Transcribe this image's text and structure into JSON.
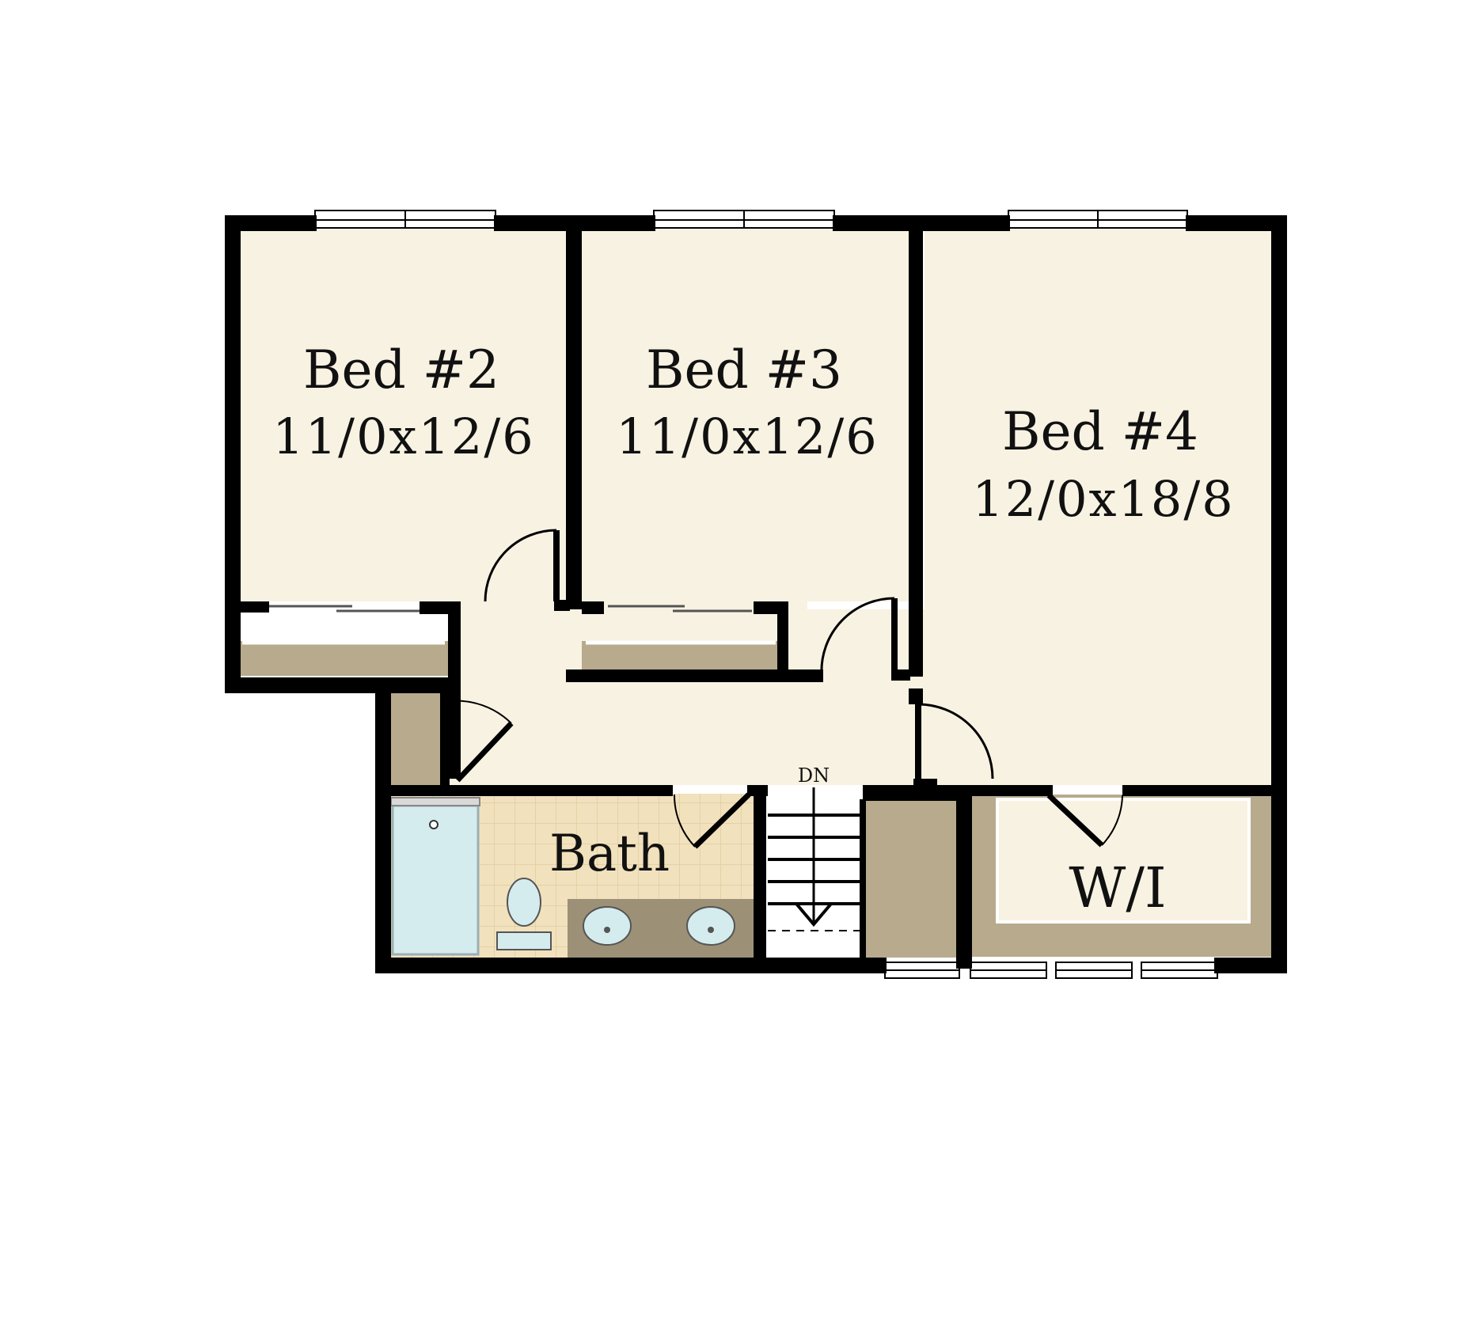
{
  "rooms": {
    "bed2": {
      "name": "Bed #2",
      "dims": "11/0x12/6"
    },
    "bed3": {
      "name": "Bed #3",
      "dims": "11/0x12/6"
    },
    "bed4": {
      "name": "Bed #4",
      "dims": "12/0x18/8"
    },
    "bath": {
      "name": "Bath"
    },
    "walkin": {
      "name": "W/I"
    }
  },
  "stairs": {
    "label": "DN"
  },
  "colors": {
    "wall": "#000000",
    "floor_cream": "#f8f2e2",
    "closet_floor": "#b7aa8d",
    "bath_tile": "#f1e1bd",
    "tub": "#d5ecef",
    "counter": "#9c9177",
    "window": "#ffffff"
  }
}
